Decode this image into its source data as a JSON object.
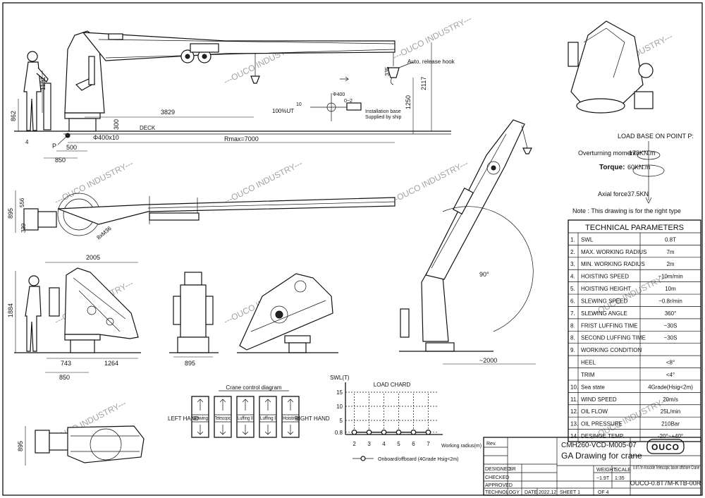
{
  "watermark": "---OUCO INDUSTRY---",
  "dims": {
    "d1191": "1191",
    "d862": "862",
    "d500": "500",
    "d850a": "850",
    "d4": "4",
    "dP": "P",
    "d400x10": "Φ400x10",
    "d3829": "3829",
    "d300": "300",
    "d_deck": "DECK",
    "d_rmax": "Rmax=7000",
    "d1250": "1250",
    "d2117": "2117",
    "d335": "335",
    "auto_hook": "Auto. release hook",
    "d895a": "895",
    "d556": "556",
    "d339": "339",
    "d8xM": "8xM36",
    "d2005": "2005",
    "d1884": "1884",
    "d743": "743",
    "d1264": "1264",
    "d850b": "850",
    "d895b": "895",
    "d2000": "~2000",
    "d90": "90°",
    "d895c": "895",
    "d400": "Φ400",
    "d100ut": "100%UT",
    "d10": "10",
    "d0_2": "0~2",
    "dsm1": "Installation base",
    "dsm2": "Supplied by ship"
  },
  "load_base": {
    "title": "LOAD BASE ON POINT P:",
    "moment_label": "Overturning moment",
    "moment_value": "178KN.m",
    "torque_label": "Torque:",
    "torque_value": "60KN.m",
    "axial_label": "Axial force",
    "axial_value": "37.5KN",
    "note": "Note : This drawing is for the right type"
  },
  "tech": {
    "title": "TECHNICAL PARAMETERS",
    "rows": [
      {
        "no": "1.",
        "name": "SWL",
        "value": "0.8T"
      },
      {
        "no": "2.",
        "name": "MAX. WORKING RADIUS",
        "value": "7m"
      },
      {
        "no": "3.",
        "name": "MIN. WORKING RADIUS",
        "value": "2m"
      },
      {
        "no": "4.",
        "name": "HOISTING SPEED",
        "value": "~10m/min"
      },
      {
        "no": "5.",
        "name": "HOISTING HEIGHT",
        "value": "10m"
      },
      {
        "no": "6.",
        "name": "SLEWING SPEED",
        "value": "~0.8r/min"
      },
      {
        "no": "7.",
        "name": "SLEWING ANGLE",
        "value": "360°"
      },
      {
        "no": "8.",
        "name": "FRIST LUFFING TIME",
        "value": "~30S"
      },
      {
        "no": "8.",
        "name": "SECOND LUFFING TIME",
        "value": "~30S"
      },
      {
        "no": "9.",
        "name": "WORKING CONDITION",
        "value": ""
      },
      {
        "no": "",
        "name": "HEEL",
        "value": "<8°"
      },
      {
        "no": "",
        "name": "TRIM",
        "value": "<4°"
      },
      {
        "no": "10.",
        "name": "Sea state",
        "value": "4Grade(Hsig<2m)"
      },
      {
        "no": "11.",
        "name": "WIND SPEED",
        "value": "20m/s"
      },
      {
        "no": "12.",
        "name": "OIL FLOW",
        "value": "25L/min"
      },
      {
        "no": "13.",
        "name": "OIL PRESSURE",
        "value": "210Bar"
      },
      {
        "no": "14.",
        "name": "DESINGE TEMP.",
        "value": "-20°~+40°"
      }
    ]
  },
  "control": {
    "title": "Crane control diagram",
    "left": "LEFT HAND",
    "right": "RIGHT HAND",
    "levers": [
      "Slewing",
      "Telescopic",
      "Luffing II",
      "Luffing I",
      "Hoisting"
    ]
  },
  "load_chart": {
    "title": "LOAD CHARD",
    "ylabel": "SWL(T)",
    "xlabel": "Working radius(m)",
    "legend": "Onboard/offboard (4Grade Hsig<2m)"
  },
  "chart_data": {
    "type": "line",
    "title": "LOAD CHARD",
    "xlabel": "Working radius(m)",
    "ylabel": "SWL(T)",
    "x": [
      2,
      3,
      4,
      5,
      6,
      7
    ],
    "xticks": [
      2,
      3,
      4,
      5,
      6,
      7
    ],
    "yticks": [
      0.8,
      5,
      10,
      15
    ],
    "ylim": [
      0,
      15
    ],
    "xlim": [
      1.4,
      7.6
    ],
    "series": [
      {
        "name": "Onboard/offboard (4Grade Hsig<2m)",
        "values": [
          0.8,
          0.8,
          0.8,
          0.8,
          0.8,
          0.8
        ]
      }
    ]
  },
  "title_block": {
    "drawing_no": "CMH260-VCD-M005-07",
    "drawing_name": "GA Drawing for crane",
    "brand": "OUCO",
    "subtitle": "0.8T7m Knuckle Telescopic boom offshore Crane",
    "code": "OUCO-0.8T7M-KTB-00R",
    "rev_label": "Rev.",
    "designed_label": "DESIGNED",
    "designed_val": "SR",
    "checked_label": "CHECKED",
    "approved_label": "APPROVED",
    "technology_label": "TECHNOLOGY",
    "date_label": "DATE",
    "date_val": "2022.12",
    "sheet_label": "SHEET 1",
    "of_label": "OF 4",
    "weight_label": "WEIGHT",
    "weight_val": "~1.9T",
    "scale_label": "SCALE",
    "scale_val": "1:35"
  }
}
